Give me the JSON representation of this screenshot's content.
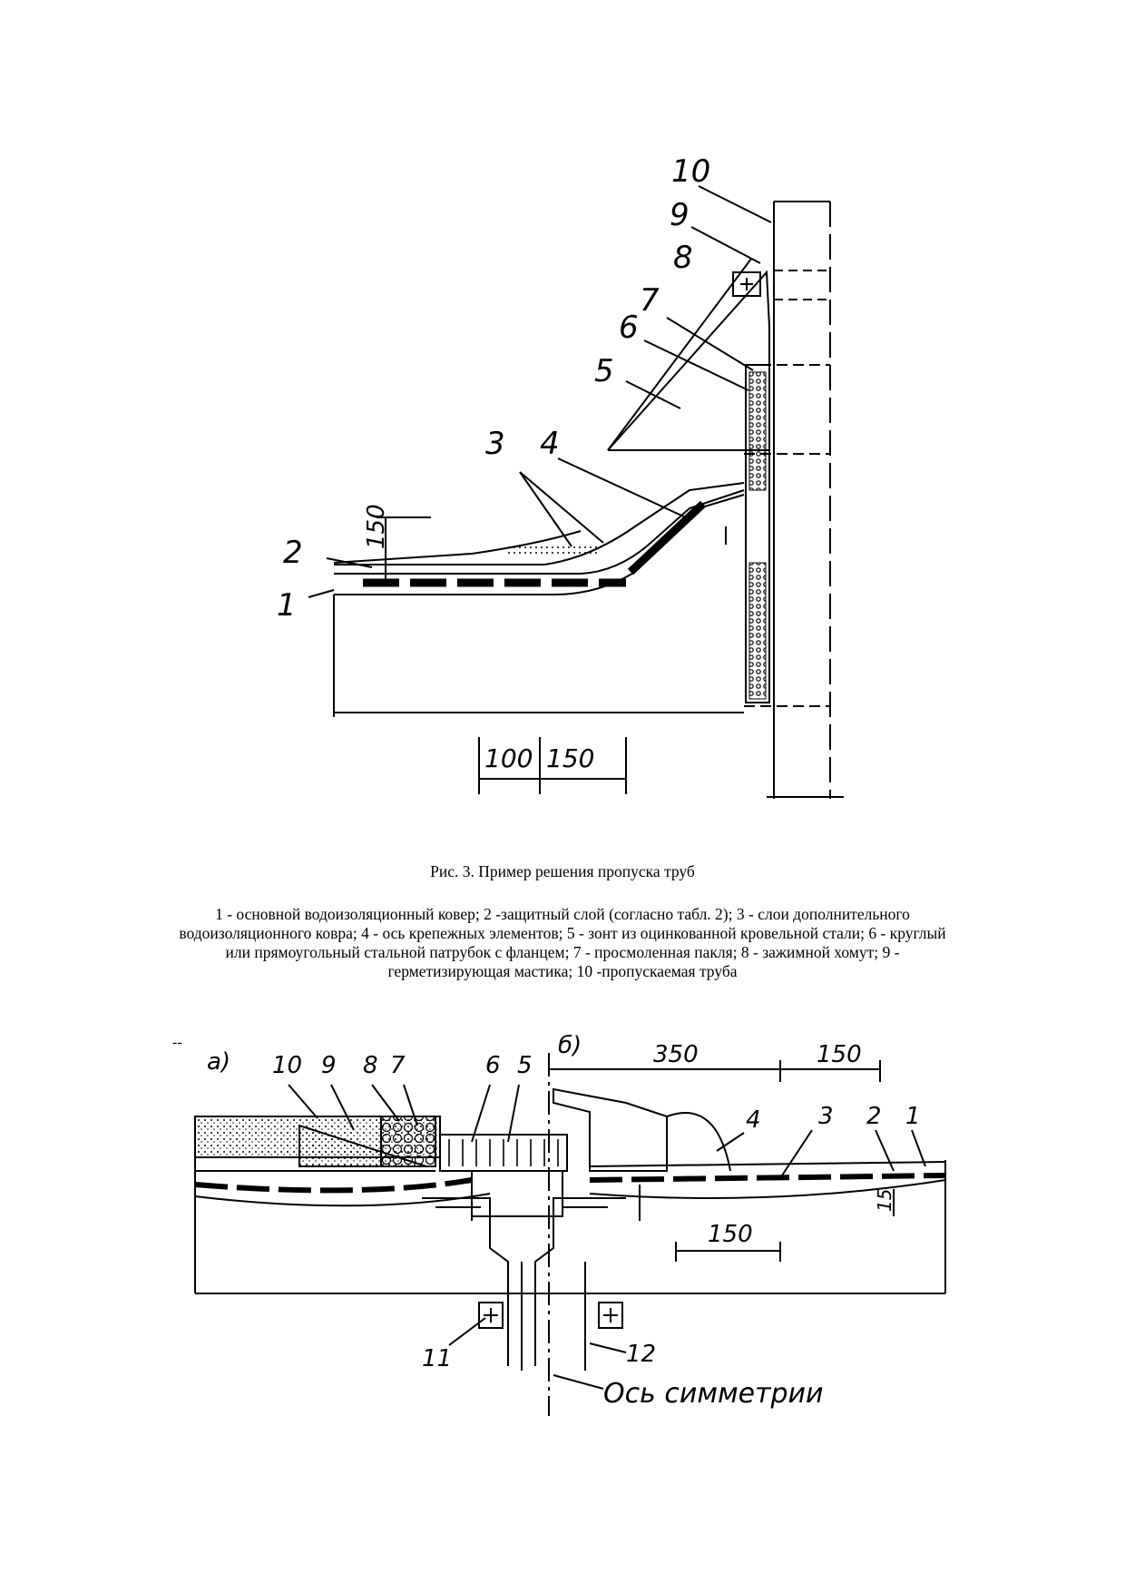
{
  "figure1": {
    "callouts": [
      "1",
      "2",
      "3",
      "4",
      "5",
      "6",
      "7",
      "8",
      "9",
      "10"
    ],
    "dimensions": {
      "height": "150",
      "offset_a": "100",
      "offset_b": "150"
    }
  },
  "caption": {
    "title": "Рис. 3. Пример решения пропуска труб",
    "legend": "1 - основной водоизоляционный ковер; 2 -защитный слой (согласно табл. 2); 3 - слои дополнительного водоизоляционного ковра; 4 - ось крепежных элементов; 5 - зонт из оцинкованной кровельной стали; 6 - круглый или прямоугольный стальной патрубок с фланцем; 7 - просмоленная пакля; 8 - зажимной хомут; 9 - герметизирующая мастика; 10 -пропускаемая труба"
  },
  "separator": "--",
  "figure2": {
    "panel_a": "а)",
    "panel_b": "б)",
    "callouts_a": [
      "10",
      "9",
      "8",
      "7",
      "6",
      "5"
    ],
    "callouts_b": [
      "4",
      "3",
      "2",
      "1"
    ],
    "callouts_bottom": [
      "11",
      "12"
    ],
    "dimensions": {
      "top_left": "350",
      "top_right": "150",
      "mid": "150",
      "side": "15"
    },
    "axis_label": "Ось симметрии"
  }
}
